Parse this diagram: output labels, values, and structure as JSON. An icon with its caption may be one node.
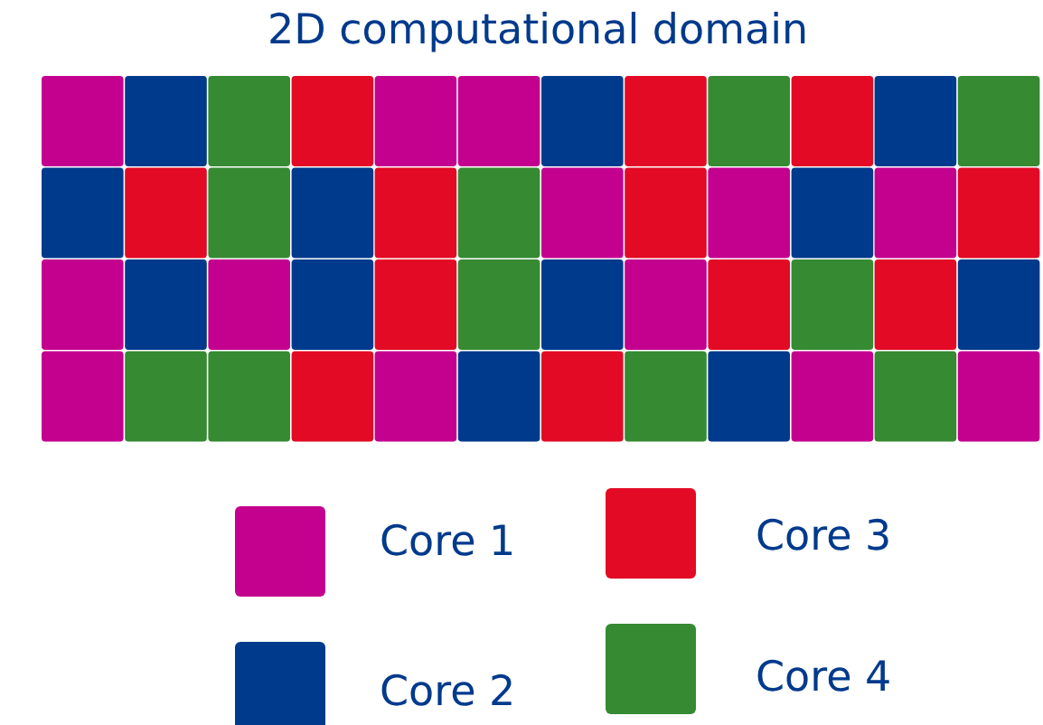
{
  "diagram": {
    "title": "2D computational domain",
    "legend": [
      {
        "text": "Core 1",
        "color": "#c4008f"
      },
      {
        "text": "Core 2",
        "color": "#003a8c"
      },
      {
        "text": "Core 3",
        "color": "#e30a25"
      },
      {
        "text": "Core 4",
        "color": "#358a32"
      }
    ]
  }
}
